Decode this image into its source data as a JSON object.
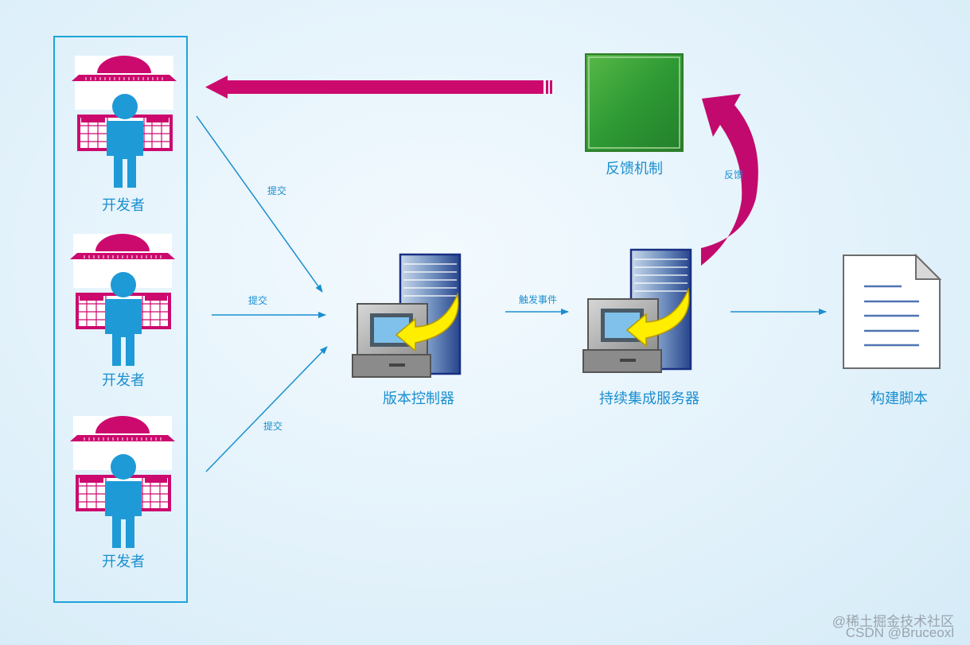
{
  "nodes": {
    "developer_1": "开发者",
    "developer_2": "开发者",
    "developer_3": "开发者",
    "version_control": "版本控制器",
    "ci_server": "持续集成服务器",
    "build_script": "构建脚本",
    "feedback": "反馈机制"
  },
  "edges": {
    "commit_1": "提交",
    "commit_2": "提交",
    "commit_3": "提交",
    "trigger": "触发事件",
    "feedback": "反馈"
  },
  "watermark": {
    "line1": "@稀土掘金技术社区",
    "line2": "CSDN @Bruceoxl"
  },
  "colors": {
    "accent": "#1a8fd0",
    "magenta": "#cc0a6e",
    "person": "#1e9ad6",
    "feedback_box": "#3fa83a"
  }
}
